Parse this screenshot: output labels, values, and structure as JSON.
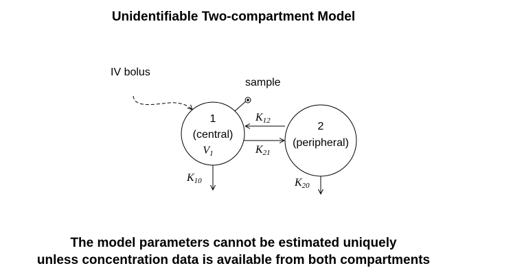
{
  "title": "Unidentifiable Two-compartment Model",
  "caption": {
    "line1": "The model parameters cannot be estimated uniquely",
    "line2": "unless concentration data is available from both compartments"
  },
  "diagram": {
    "input_label": "IV bolus",
    "sample_label": "sample",
    "central": {
      "number": "1",
      "name": "(central)",
      "volume_base": "V",
      "volume_sub": "1"
    },
    "peripheral": {
      "number": "2",
      "name": "(peripheral)"
    },
    "rates": {
      "k12": {
        "base": "K",
        "sub": "12"
      },
      "k21": {
        "base": "K",
        "sub": "21"
      },
      "k10": {
        "base": "K",
        "sub": "10"
      },
      "k20": {
        "base": "K",
        "sub": "20"
      }
    }
  }
}
